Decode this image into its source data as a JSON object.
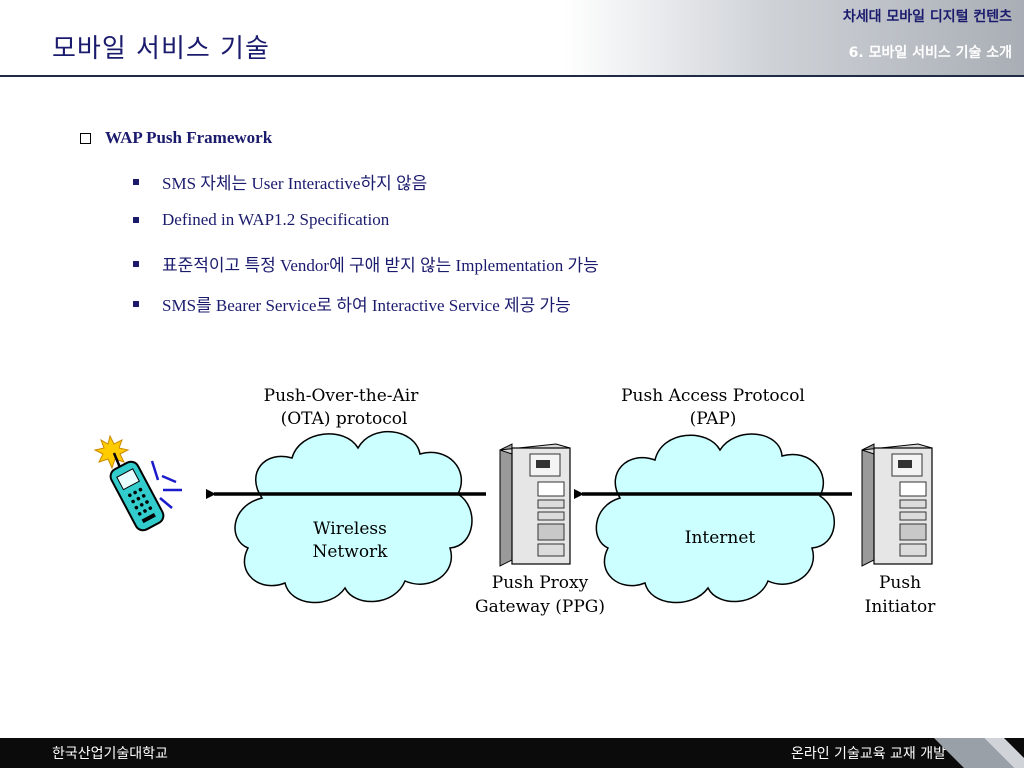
{
  "header": {
    "title": "모바일 서비스 기술",
    "top_right": "차세대 모바일 디지털 컨텐츠",
    "section": "6. 모바일 서비스 기술 소개"
  },
  "content": {
    "heading": "WAP Push Framework",
    "bullets": [
      "SMS 자체는 User Interactive하지 않음",
      "Defined in WAP1.2 Specification",
      "표준적이고 특정 Vendor에 구애 받지 않는 Implementation 가능",
      "SMS를 Bearer Service로 하여 Interactive Service 제공 가능"
    ]
  },
  "diagram": {
    "ota_label_1": "Push-Over-the-Air",
    "ota_label_2": "(OTA) protocol",
    "pap_label_1": "Push Access Protocol",
    "pap_label_2": "(PAP)",
    "wireless_1": "Wireless",
    "wireless_2": "Network",
    "internet": "Internet",
    "ppg_1": "Push Proxy",
    "ppg_2": "Gateway (PPG)",
    "pi_1": "Push",
    "pi_2": "Initiator"
  },
  "footer": {
    "left": "한국산업기술대학교",
    "right": "온라인 기술교육 교재 개발"
  },
  "colors": {
    "title_navy": "#1b1b6e",
    "cloud_fill": "#ccffff",
    "footer_bg": "#0b0b0b"
  },
  "icons": [
    "checkbox-bullet-icon",
    "square-bullet-icon",
    "mobile-phone-icon",
    "server-icon"
  ]
}
